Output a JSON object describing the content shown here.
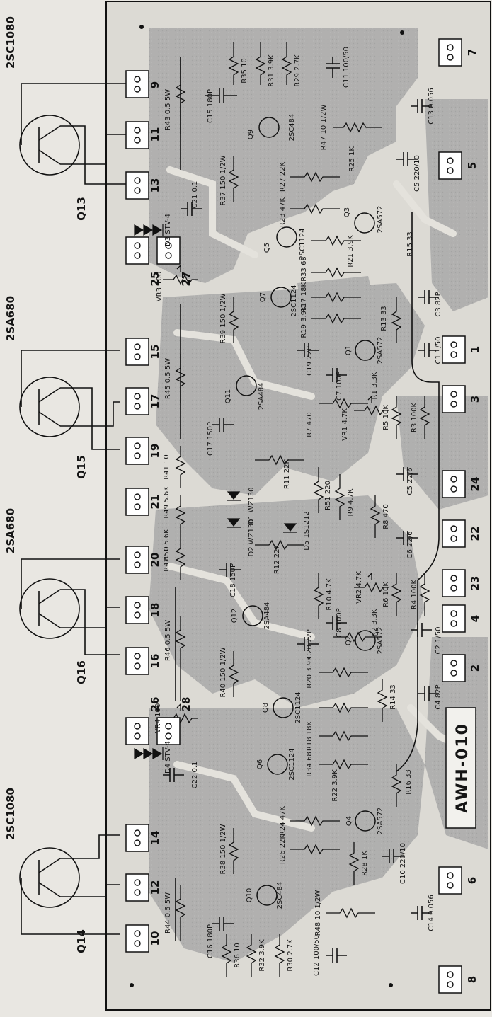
{
  "board_code": "AWH-010",
  "external_transistors": [
    {
      "ref": "Q13",
      "part": "2SC1080"
    },
    {
      "ref": "Q15",
      "part": "2SA680"
    },
    {
      "ref": "Q16",
      "part": "2SA680"
    },
    {
      "ref": "Q14",
      "part": "2SC1080"
    }
  ],
  "pads": [
    "9",
    "11",
    "13",
    "25",
    "27",
    "15",
    "17",
    "19",
    "21",
    "20",
    "18",
    "16",
    "26",
    "28",
    "14",
    "12",
    "10",
    "7",
    "5",
    "1",
    "3",
    "24",
    "22",
    "23",
    "4",
    "2",
    "6",
    "8"
  ],
  "components": [
    "R35 10",
    "R31 3.9K",
    "R29 2.7K",
    "C11 100/50",
    "C15 180P",
    "Q9",
    "2SC484",
    "R43 0.5 5W",
    "C13 0.056",
    "R47 10 1/2W",
    "R25 1K",
    "C5 220/10",
    "R27 22K",
    "R37 150 1/2W",
    "C21 0.1",
    "D3 STV-4",
    "R23 47K",
    "Q3",
    "2SA572",
    "Q5",
    "2SC1124",
    "R21 3.9K",
    "R15 33",
    "VR3 100",
    "R33 68",
    "R17 18K",
    "Q7",
    "2SC1124",
    "R19 3.9K",
    "R13 33",
    "C3 82P",
    "R39 150 1/2W",
    "C19 22P",
    "Q1",
    "2SA572",
    "C1 1/50",
    "R45 0.5 5W",
    "Q11",
    "2SA484",
    "C7 100P",
    "R1 3.3K",
    "R5 10K",
    "C17 150P",
    "R41 10",
    "R7 470",
    "VR1 4.7K",
    "R3 100K",
    "R11 22K",
    "R49 5.6K",
    "D1 WZ130",
    "C5 22/6",
    "R50 5.6K",
    "D2 WZ130",
    "D5 1S1212",
    "R51 220",
    "R9 4.7K",
    "R8 470",
    "R42 10",
    "R12 22K",
    "C6 22/6",
    "C18 150P",
    "R10 4.7K",
    "VR2 4.7K",
    "R6 10K",
    "R4 100K",
    "R46 0.5 5W",
    "Q12",
    "2SA484",
    "C8 100P",
    "R2 3.3K",
    "C20 22P",
    "Q2",
    "2SA572",
    "C2 1/50",
    "R40 150 1/2W",
    "R20 3.9K",
    "R14 33",
    "Q8",
    "2SC1124",
    "R18 18K",
    "C4 82P",
    "R34 68",
    "VR4 100",
    "D4 STV-4",
    "Q6",
    "2SC1124",
    "R22 3.9K",
    "R16 33",
    "C22 0.1",
    "Q4",
    "2SA572",
    "R38 150 1/2W",
    "R24 47K",
    "R26 22K",
    "R28 1K",
    "C10 220/10",
    "R44 0.5 5W",
    "Q10",
    "2SC484",
    "R48 10 1/2W",
    "C14 0.056",
    "C16 180P",
    "R36 10",
    "R32 3.9K",
    "R30 2.7K",
    "C12 100/50"
  ]
}
